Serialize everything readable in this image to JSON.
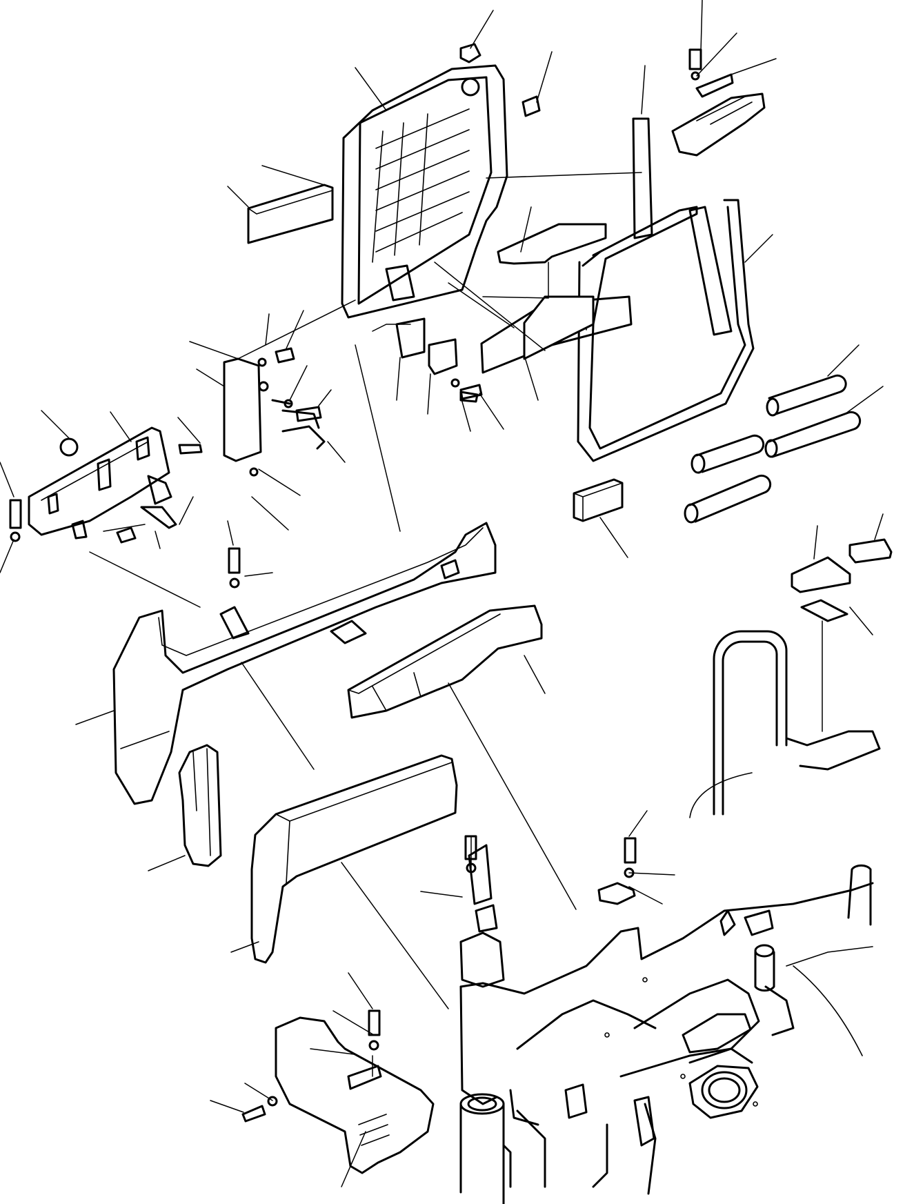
{
  "diagram": {
    "type": "exploded-parts-view",
    "parts": [
      {
        "id": "radiator-grille-door"
      },
      {
        "id": "grille-cap-nut"
      },
      {
        "id": "door-latch-clip"
      },
      {
        "id": "door-seal-strip"
      },
      {
        "id": "door-sponge-pad"
      },
      {
        "id": "door-inner-sponge"
      },
      {
        "id": "lock-bracket-assembly"
      },
      {
        "id": "u-shaped-edge-seal"
      },
      {
        "id": "lock-hinge-bracket"
      },
      {
        "id": "left-rear-bracket-panel"
      },
      {
        "id": "lower-sponge-block"
      },
      {
        "id": "cylindrical-cushions"
      },
      {
        "id": "rectangular-block"
      },
      {
        "id": "small-pad-bracket"
      },
      {
        "id": "counterweight-top-cover"
      },
      {
        "id": "long-foam-block"
      },
      {
        "id": "left-side-cover"
      },
      {
        "id": "front-side-plate"
      },
      {
        "id": "handrail-guard"
      },
      {
        "id": "center-hinge-bracket"
      },
      {
        "id": "right-mount-bracket"
      },
      {
        "id": "revolving-frame"
      },
      {
        "id": "undercover-plate"
      },
      {
        "id": "bolt-with-washer"
      }
    ]
  }
}
